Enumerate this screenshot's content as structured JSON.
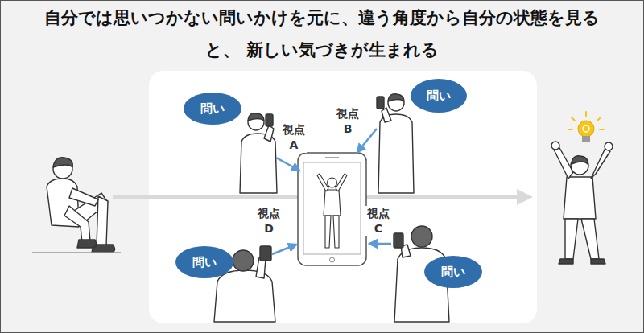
{
  "diagram": {
    "title": "自分では思いつかない問いかけを元に、違う角度から自分の状態を見ると、 新しい気づきが生まれる",
    "nodes": [
      {
        "text": [
          "問い"
        ]
      },
      {
        "text": [
          "問い"
        ]
      },
      {
        "text": [
          "問い"
        ]
      },
      {
        "text": [
          "問い"
        ]
      }
    ],
    "labels": [
      "視点 A",
      "視点 B",
      "視点 D",
      "視点 C"
    ]
  }
}
